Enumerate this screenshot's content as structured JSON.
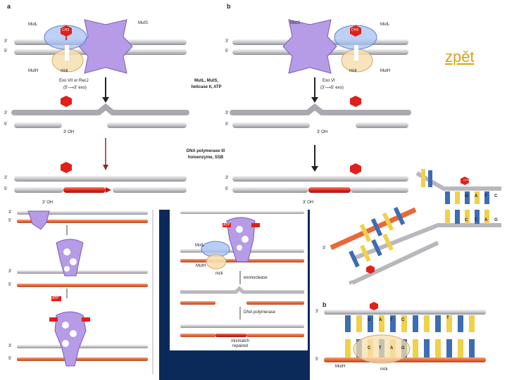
{
  "link": {
    "label": "zpět"
  },
  "top_figure": {
    "a": {
      "panel_label": "a",
      "mutl": "MutL",
      "muts": "MutS",
      "muth": "MutH",
      "nick": "nick",
      "exo": "Exo VII or RecJ",
      "exo_dir": "(5′⟶3′ exo)",
      "oh_mid": "3′ OH",
      "oh_bottom": "3′ OH",
      "methyl": "CH3"
    },
    "b": {
      "panel_label": "b",
      "mutl": "MutL",
      "muts": "MutS",
      "muth": "MutH",
      "nick": "nick",
      "exo": "Exo VI",
      "exo_dir": "(3′⟶5′ exo)",
      "oh_mid": "3′ OH",
      "oh_bottom": "3′ OH",
      "methyl": "CH3"
    },
    "center_step1": [
      "MutL, MutS,",
      "helicase II, ATP"
    ],
    "center_step2": [
      "DNA polymerase III",
      "holoenzyme, SSB"
    ],
    "strand3": "3′",
    "strand5": "5′"
  },
  "left_figure": {
    "atp": "ATP",
    "strand3": "3′",
    "strand5": "5′"
  },
  "middle_figure": {
    "atp": "ATP",
    "mutl": "MutL",
    "muth": "MutH",
    "nick": "nick",
    "step1": "exonuclease",
    "step2": "DNA polymerase",
    "result": [
      "mismatch",
      "repaired"
    ]
  },
  "right_figure": {
    "top_seq": [
      "G",
      "A",
      "T",
      "C"
    ],
    "bottom_seq": [
      "C",
      "T",
      "A",
      "G"
    ],
    "methyl": "CH3",
    "strand3": "3′",
    "strand5": "5′",
    "panel_b": "b",
    "b_seq_top": [
      "G",
      "A",
      "T",
      "C"
    ],
    "b_seq_bottom": [
      "C",
      "T",
      "A",
      "G"
    ],
    "mismatch": "T",
    "muth": "MutH",
    "nick": "nick"
  }
}
